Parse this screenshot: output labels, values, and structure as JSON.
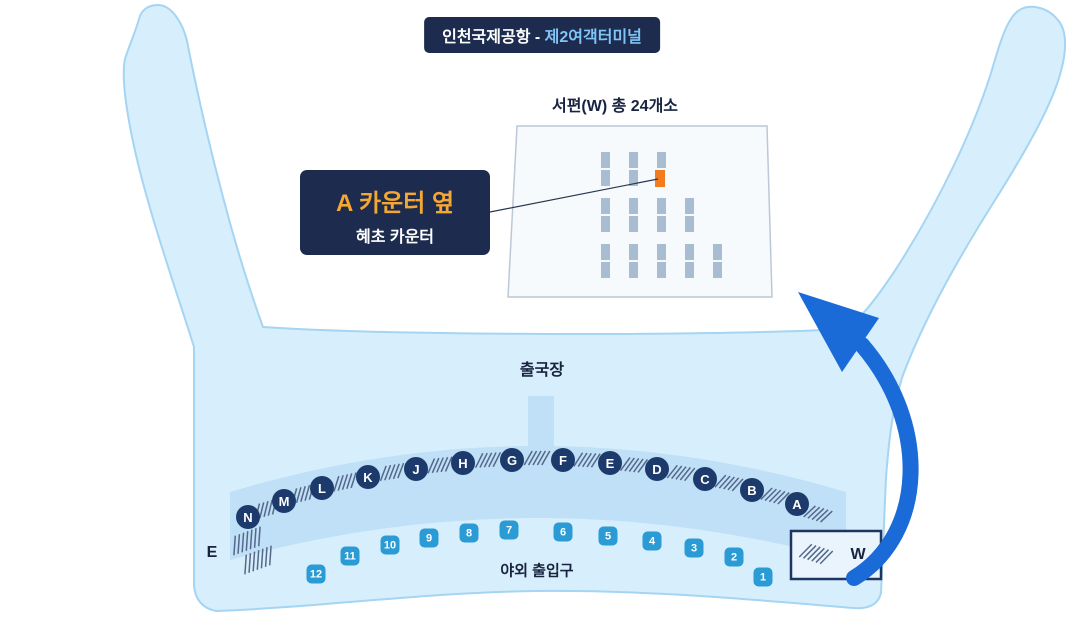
{
  "title": {
    "prefix": "인천국제공항 - ",
    "highlight": "제2여객터미널"
  },
  "inset": {
    "label": "서편(W) 총 24개소"
  },
  "callout": {
    "line1": "A 카운터 옆",
    "line2": "혜초 카운터"
  },
  "labels": {
    "departure_hall": "출국장",
    "outdoor_entrance": "야외 출입구",
    "west_marker": "W",
    "east_marker": "E"
  },
  "counters": {
    "letters": [
      "N",
      "M",
      "L",
      "K",
      "J",
      "H",
      "G",
      "F",
      "E",
      "D",
      "C",
      "B",
      "A"
    ]
  },
  "gates": {
    "numbers": [
      "12",
      "11",
      "10",
      "9",
      "8",
      "7",
      "6",
      "5",
      "4",
      "3",
      "2",
      "1"
    ]
  },
  "colors": {
    "accent_orange": "#F47C20",
    "arrow_blue": "#1A6BD8",
    "navy": "#1D2B4F",
    "badge_blue": "#2A9BD5",
    "terminal_fill": "#D7EEFC",
    "band_fill": "#BFE0F6"
  }
}
